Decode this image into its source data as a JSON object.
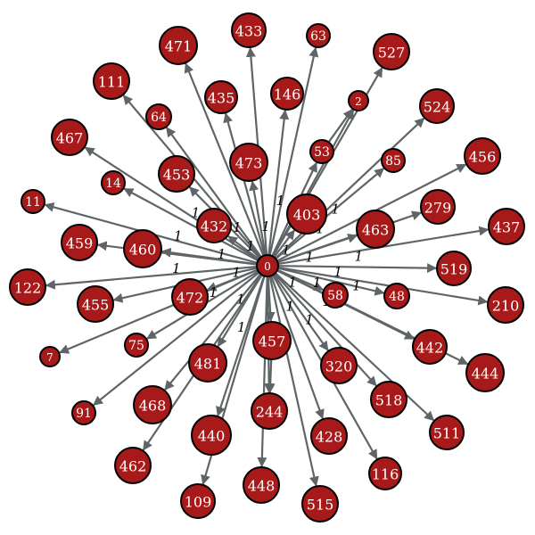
{
  "graph": {
    "root": "0",
    "colors": {
      "node_fill": "#a81a1a",
      "node_stroke": "#000000",
      "edge": "#5f6566",
      "node_text": "#ffffff"
    },
    "nodes": [
      "0",
      "433",
      "471",
      "63",
      "527",
      "111",
      "146",
      "435",
      "2",
      "64",
      "524",
      "467",
      "53",
      "473",
      "85",
      "456",
      "453",
      "14",
      "403",
      "11",
      "463",
      "279",
      "437",
      "432",
      "459",
      "460",
      "519",
      "122",
      "455",
      "472",
      "58",
      "48",
      "210",
      "7",
      "75",
      "457",
      "442",
      "481",
      "320",
      "444",
      "91",
      "468",
      "518",
      "244",
      "440",
      "511",
      "428",
      "462",
      "116",
      "448",
      "109",
      "515"
    ],
    "edges": [
      {
        "from": "0",
        "to": "433"
      },
      {
        "from": "0",
        "to": "471"
      },
      {
        "from": "0",
        "to": "63"
      },
      {
        "from": "0",
        "to": "527"
      },
      {
        "from": "0",
        "to": "111"
      },
      {
        "from": "0",
        "to": "146",
        "label": "1"
      },
      {
        "from": "0",
        "to": "435"
      },
      {
        "from": "0",
        "to": "2"
      },
      {
        "from": "0",
        "to": "64"
      },
      {
        "from": "0",
        "to": "524",
        "label": "1"
      },
      {
        "from": "0",
        "to": "467",
        "label": "1"
      },
      {
        "from": "0",
        "to": "53",
        "label": "1"
      },
      {
        "from": "0",
        "to": "473",
        "label": "1"
      },
      {
        "from": "0",
        "to": "85",
        "label": "1"
      },
      {
        "from": "0",
        "to": "456"
      },
      {
        "from": "0",
        "to": "453",
        "label": "1"
      },
      {
        "from": "0",
        "to": "14"
      },
      {
        "from": "0",
        "to": "403",
        "label": "1"
      },
      {
        "from": "0",
        "to": "11",
        "label": "1"
      },
      {
        "from": "0",
        "to": "463",
        "label": "1"
      },
      {
        "from": "0",
        "to": "279"
      },
      {
        "from": "0",
        "to": "437",
        "label": "1"
      },
      {
        "from": "0",
        "to": "432",
        "label": "1"
      },
      {
        "from": "0",
        "to": "459"
      },
      {
        "from": "0",
        "to": "460",
        "label": "1"
      },
      {
        "from": "0",
        "to": "519",
        "label": "1"
      },
      {
        "from": "0",
        "to": "122",
        "label": "1"
      },
      {
        "from": "0",
        "to": "455"
      },
      {
        "from": "0",
        "to": "472",
        "label": "1"
      },
      {
        "from": "0",
        "to": "58",
        "label": "1"
      },
      {
        "from": "0",
        "to": "48",
        "label": "1"
      },
      {
        "from": "0",
        "to": "210",
        "label": "1"
      },
      {
        "from": "0",
        "to": "7",
        "label": "1"
      },
      {
        "from": "0",
        "to": "75",
        "label": "1"
      },
      {
        "from": "0",
        "to": "457"
      },
      {
        "from": "0",
        "to": "442",
        "label": "1"
      },
      {
        "from": "0",
        "to": "481",
        "label": "1"
      },
      {
        "from": "0",
        "to": "320",
        "label": "1"
      },
      {
        "from": "0",
        "to": "91"
      },
      {
        "from": "0",
        "to": "468"
      },
      {
        "from": "0",
        "to": "518",
        "label": "1"
      },
      {
        "from": "0",
        "to": "244"
      },
      {
        "from": "0",
        "to": "440",
        "label": "1"
      },
      {
        "from": "0",
        "to": "428"
      },
      {
        "from": "0",
        "to": "462"
      },
      {
        "from": "0",
        "to": "116"
      },
      {
        "from": "0",
        "to": "515"
      },
      {
        "from": "0",
        "to": "448"
      },
      {
        "from": "0",
        "to": "109"
      },
      {
        "from": "0",
        "to": "511"
      },
      {
        "from": "0",
        "to": "444"
      },
      {
        "from": "53",
        "to": "2"
      },
      {
        "from": "457",
        "to": "244"
      }
    ]
  }
}
